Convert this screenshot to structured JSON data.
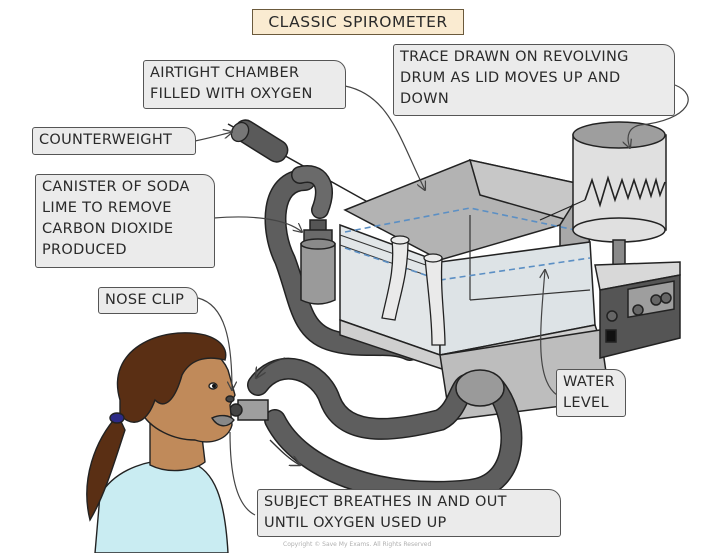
{
  "title": "CLASSIC SPIROMETER",
  "labels": {
    "airtight_chamber": "AIRTIGHT CHAMBER\nFILLED WITH OXYGEN",
    "trace_drum": "TRACE DRAWN ON REVOLVING\nDRUM AS LID MOVES UP AND\nDOWN",
    "counterweight": "COUNTERWEIGHT",
    "soda_lime": "CANISTER OF SODA\nLIME TO REMOVE\nCARBON DIOXIDE\nPRODUCED",
    "nose_clip": "NOSE CLIP",
    "water_level": "WATER\nLEVEL",
    "subject_breathes": "SUBJECT BREATHES IN AND OUT\nUNTIL OXYGEN USED UP"
  },
  "copyright": "Copyright © Save My Exams. All Rights Reserved",
  "colors": {
    "title_bg": "#faebd1",
    "label_bg": "#ebebeb",
    "tube": "#5e5e5e",
    "lid": "#bdbdbd",
    "tank": "#d6d6d6",
    "water_line": "#5b8fc4",
    "skin": "#c08a5a",
    "hair": "#5a2f14",
    "shirt": "#c9ecf2",
    "hair_tie": "#2c2a86"
  }
}
